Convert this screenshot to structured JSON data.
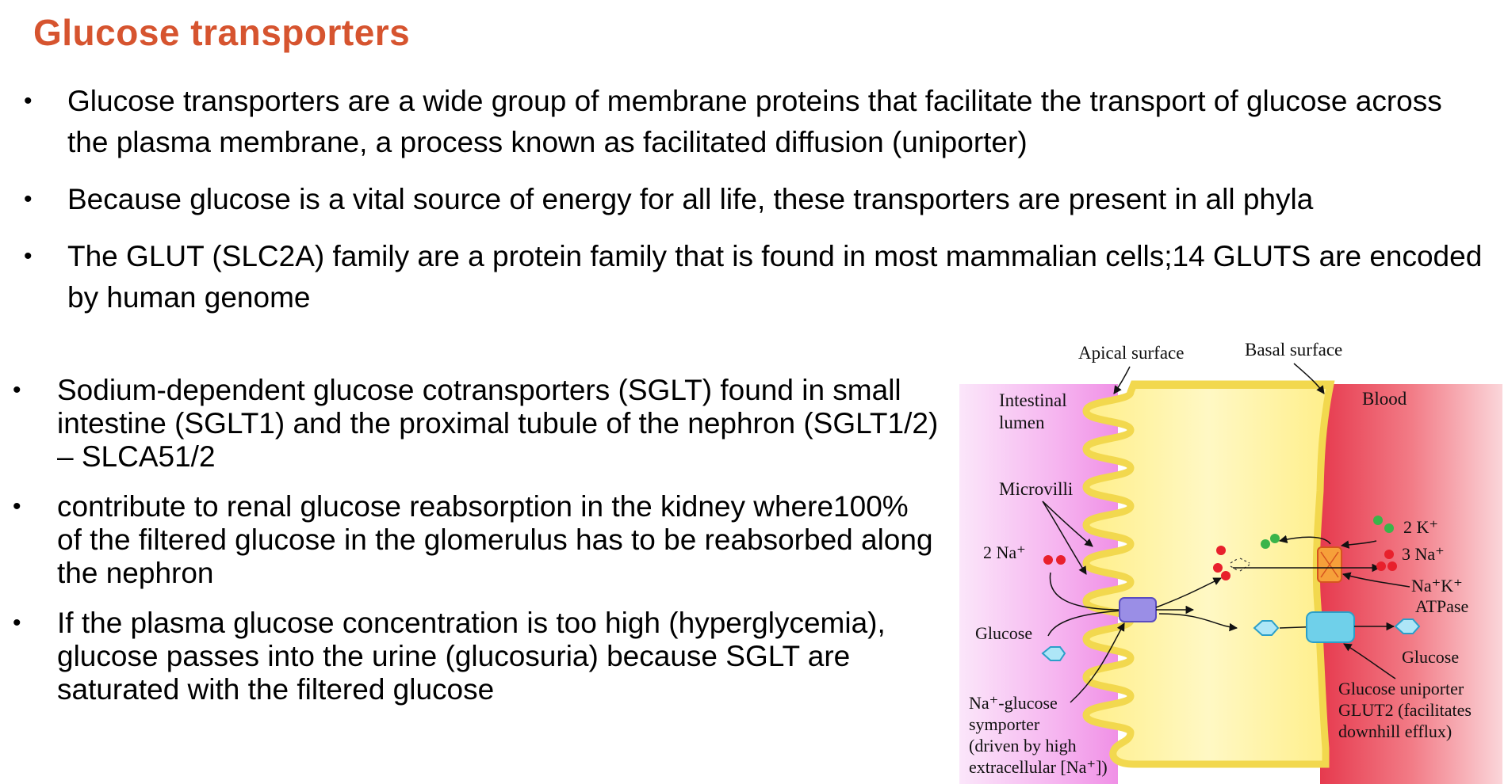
{
  "slide": {
    "title": "Glucose transporters",
    "top_bullets": [
      "Glucose transporters are a wide group of membrane proteins that facilitate the transport of glucose across the plasma membrane, a process known as facilitated diffusion (uniporter)",
      "Because glucose is a vital source of energy for all life, these transporters are present in all phyla",
      "The GLUT (SLC2A) family are a protein family that is found in most mammalian cells;14 GLUTS are encoded by human genome"
    ],
    "bottom_bullets": [
      "Sodium-dependent glucose cotransporters (SGLT) found in small intestine (SGLT1) and the proximal tubule of the nephron (SGLT1/2) – SLCA51/2",
      "contribute to renal glucose reabsorption in the kidney where100% of the filtered glucose in the glomerulus has to be reabsorbed along the nephron",
      "If the plasma glucose concentration is too high (hyperglycemia), glucose passes into the urine (glucosuria) because SGLT are saturated with the filtered glucose"
    ],
    "bullet_glyph": "•",
    "accent_color": "#d6542f"
  },
  "figure": {
    "apical_surface": "Apical surface",
    "basal_surface": "Basal surface",
    "lumen_line1": "Intestinal",
    "lumen_line2": "lumen",
    "blood": "Blood",
    "microvilli": "Microvilli",
    "na_left": "2 Na⁺",
    "k_right": "2 K⁺",
    "na_right": "3 Na⁺",
    "atpase_line1": "Na⁺K⁺",
    "atpase_line2": "ATPase",
    "glucose_left": "Glucose",
    "glucose_right": "Glucose",
    "symporter_line1": "Na⁺-glucose",
    "symporter_line2": "symporter",
    "symporter_line3": "(driven by high",
    "symporter_line4": "extracellular [Na⁺])",
    "uniporter_line1": "Glucose uniporter",
    "uniporter_line2": "GLUT2 (facilitates",
    "uniporter_line3": "downhill efflux)"
  }
}
